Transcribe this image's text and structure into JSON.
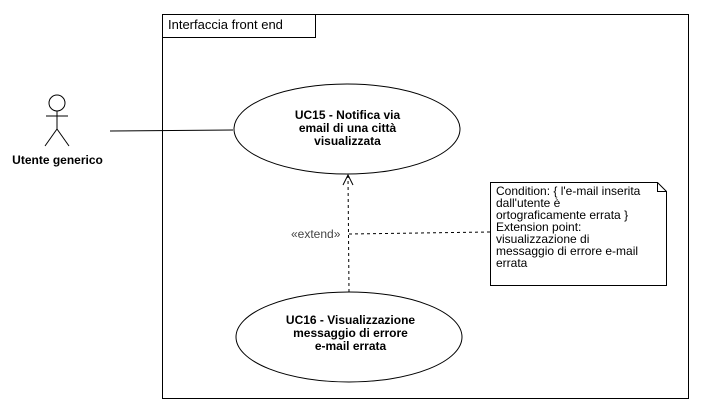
{
  "system": {
    "title": "Interfaccia front end"
  },
  "actor": {
    "name": "Utente generico"
  },
  "use_cases": [
    {
      "id": "UC15",
      "lines": [
        "UC15 - Notifica via",
        "email di una città",
        "visualizzata"
      ]
    },
    {
      "id": "UC16",
      "lines": [
        "UC16 - Visualizzazione",
        "messaggio di errore",
        "e-mail errata"
      ]
    }
  ],
  "relation": {
    "label": "«extend»"
  },
  "note": {
    "lines": [
      "Condition: { l'e-mail inserita",
      "dall'utente è",
      "ortograficamente errata }",
      "Extension point:",
      "visualizzazione di",
      "messaggio di errore e-mail",
      "errata"
    ]
  }
}
